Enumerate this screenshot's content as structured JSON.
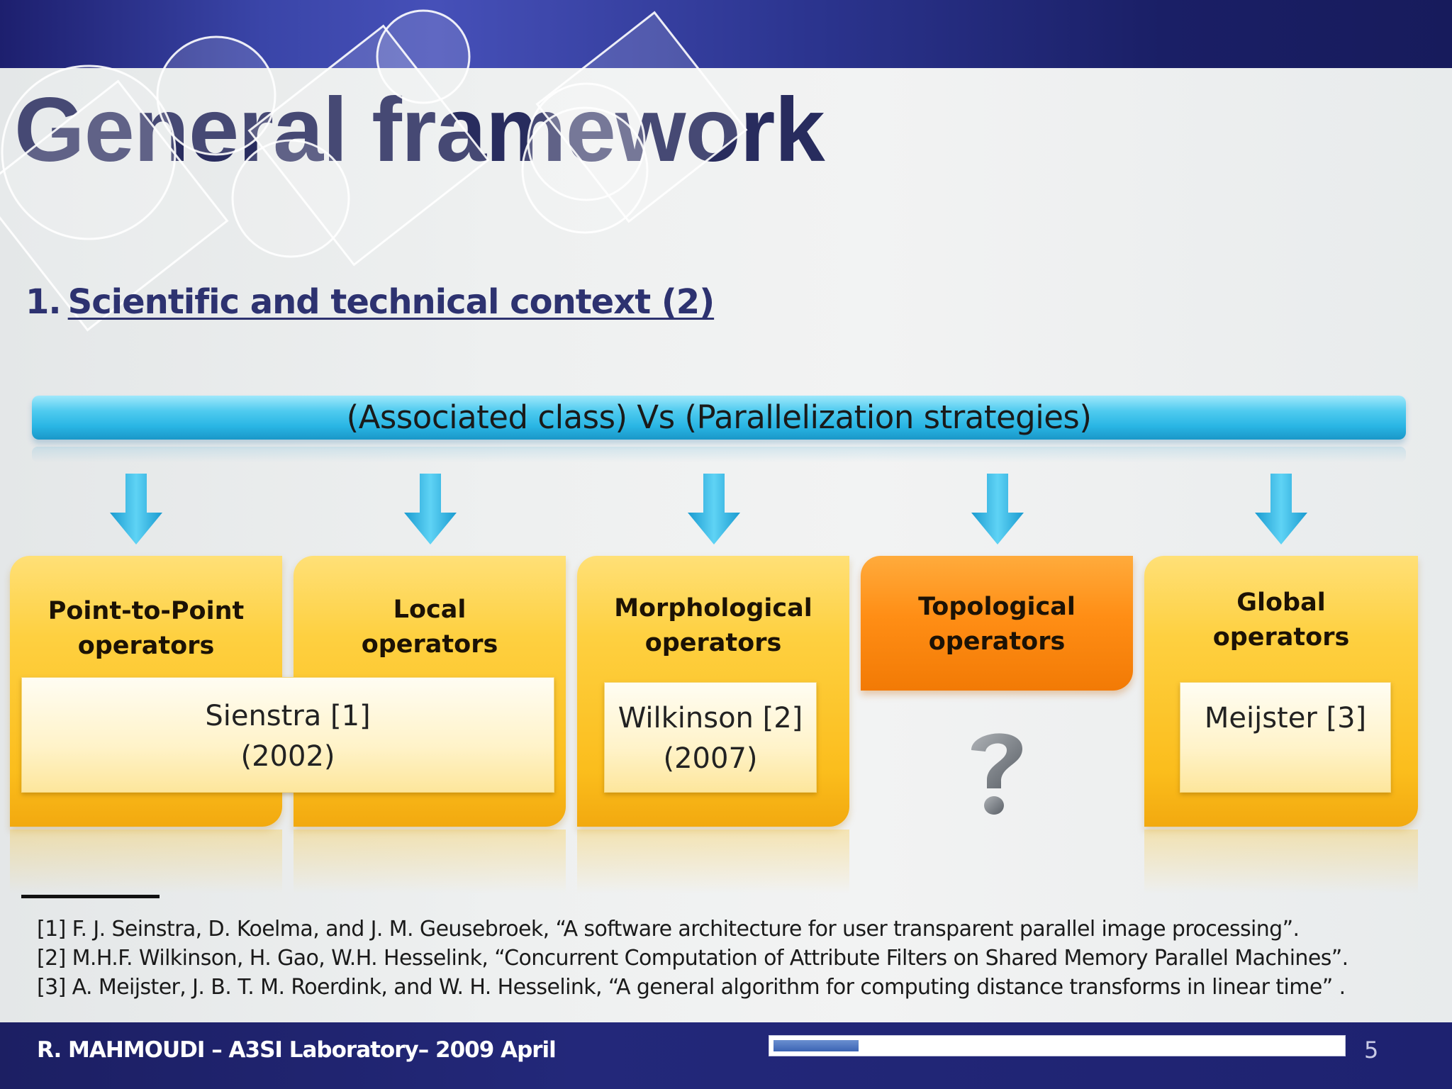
{
  "slide": {
    "title": "General framework",
    "subtitle": {
      "number": "1.",
      "text": "Scientific and technical context (2)"
    }
  },
  "diagram": {
    "header": "(Associated class) Vs (Parallelization strategies)",
    "columns": [
      {
        "line1": "Point-to-Point",
        "line2": "operators",
        "highlight": false
      },
      {
        "line1": "Local",
        "line2": "operators",
        "highlight": false
      },
      {
        "line1": "Morphological",
        "line2": "operators",
        "highlight": false
      },
      {
        "line1": "Topological",
        "line2": "operators",
        "highlight": true
      },
      {
        "line1": "Global",
        "line2": "operators",
        "highlight": false
      }
    ],
    "references": {
      "seinstra": {
        "name": "Sienstra [1]",
        "year": "(2002)"
      },
      "wilkinson": {
        "name": "Wilkinson [2]",
        "year": "(2007)"
      },
      "meijster": {
        "name": "Meijster [3]"
      }
    },
    "unknown_symbol": "question-mark"
  },
  "footnotes": [
    "[1]  F. J. Seinstra, D. Koelma, and J. M. Geusebroek, “A software architecture for user transparent parallel image processing”.",
    "[2] M.H.F. Wilkinson, H. Gao, W.H. Hesselink, “Concurrent Computation of Attribute Filters on Shared Memory Parallel Machines”.",
    "[3]  A. Meijster, J. B. T. M. Roerdink, and W. H. Hesselink, “A general algorithm for computing distance transforms in linear time” ."
  ],
  "footer": {
    "author": "R. MAHMOUDI – A3SI Laboratory– 2009 April",
    "page_number": "5",
    "progress_fraction": 0.15
  },
  "colors": {
    "title": "#282c5e",
    "header_bar": "#29b5e4",
    "column_yellow": "#fbbd1c",
    "column_orange": "#ff8e15",
    "band_navy": "#1c1f63"
  }
}
